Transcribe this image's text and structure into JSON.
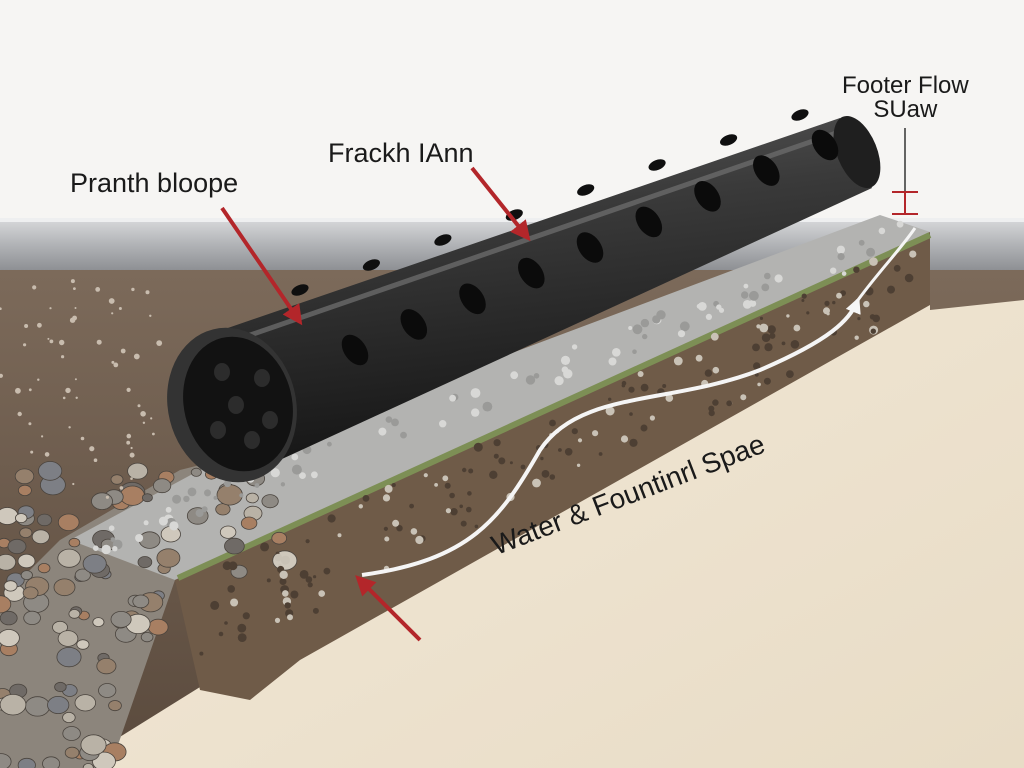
{
  "labels": {
    "drain_pipe": "Pranth bloope",
    "french_drain": "Frackh IAnn",
    "footer_flow_line1": "Footer Flow",
    "footer_flow_line2": "SUaw",
    "water_foundation": "Water & Fountinrl Spae"
  },
  "colors": {
    "pipe": "#2b2b2b",
    "arrow": "#b3262a",
    "flow_line": "#f5f5f5",
    "gravel": "#a9a9a7",
    "soil": "#6e5a49",
    "slab": "#f1e6d3",
    "background": "#f3f1ee"
  }
}
